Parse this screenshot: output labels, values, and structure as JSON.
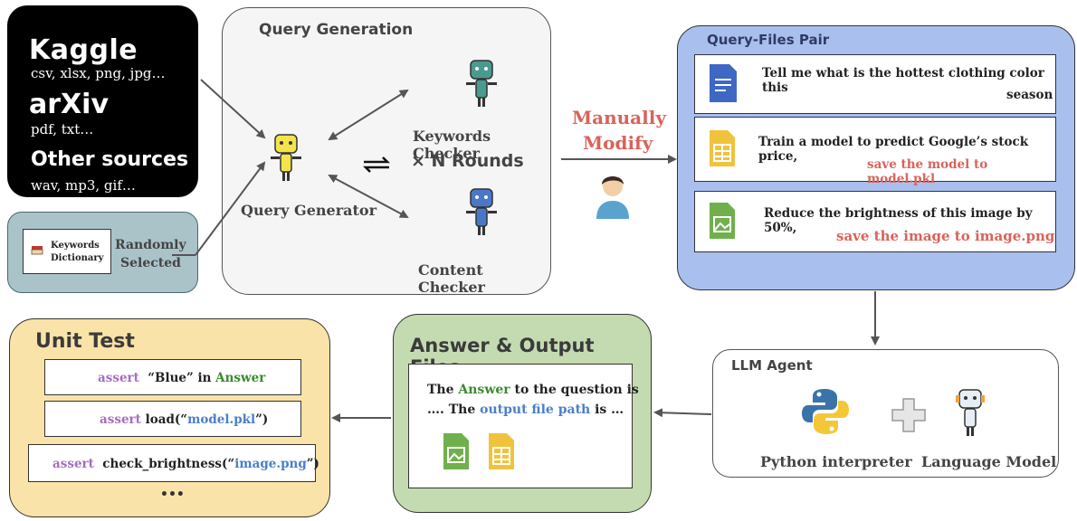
{
  "sources": {
    "kaggle": "Kaggle",
    "kaggle_types": "csv, xlsx, png, jpg…",
    "arxiv": "arXiv",
    "arxiv_types": "pdf, txt…",
    "other": "Other sources",
    "other_types": "wav, mp3, gif…"
  },
  "keywords": {
    "dict_line1": "Keywords",
    "dict_line2": "Dictionary",
    "randomly": "Randomly",
    "selected": "Selected"
  },
  "query_generation": {
    "title": "Query Generation",
    "generator": "Query Generator",
    "keywords_checker": "Keywords Checker",
    "rounds": "× N Rounds",
    "content_checker": "Content Checker"
  },
  "manual": {
    "line1": "Manually",
    "line2": "Modify"
  },
  "pair": {
    "title": "Query-Files Pair",
    "items": [
      {
        "icon": "DOC",
        "line1": "Tell me what is the hottest clothing color this",
        "line2": "season"
      },
      {
        "icon": "CSV",
        "line1": "Train a model to predict Google’s stock price,",
        "line2": "save the model to model.pkl"
      },
      {
        "icon": "JPG",
        "line1": "Reduce the brightness of this image by 50%,",
        "line2": "save the image to image.png"
      }
    ]
  },
  "agent": {
    "title": "LLM Agent",
    "python": "Python interpreter",
    "lm": "Language Model"
  },
  "answer": {
    "title": "Answer & Output Files",
    "t1": "The ",
    "t2": "Answer",
    "t3": " to the question is",
    "t4": "…. The ",
    "t5": "output file path",
    "t6": " is …",
    "icon_jpg": "JPG",
    "icon_csv": "CSV"
  },
  "unit_test": {
    "title": "Unit Test",
    "assert": "assert",
    "t1a": "“Blue” in ",
    "t1b": "Answer",
    "t2a": "load(“",
    "t2b": "model.pkl",
    "t2c": "”)",
    "t3a": "check_brightness(“",
    "t3b": "image.png",
    "t3c": "”)",
    "more": "•••"
  },
  "colors": {
    "black_panel": "#000000",
    "teal_panel": "#a9c3c9",
    "query_bg": "#f5f5f5",
    "pair_bg": "#a9bfee",
    "answer_bg": "#c4dbb1",
    "unit_bg": "#f9e3a8",
    "red_text": "#d9635b",
    "green_text": "#3a8a2e",
    "blue_text": "#4a7fc9",
    "purple_text": "#a66dbf"
  }
}
